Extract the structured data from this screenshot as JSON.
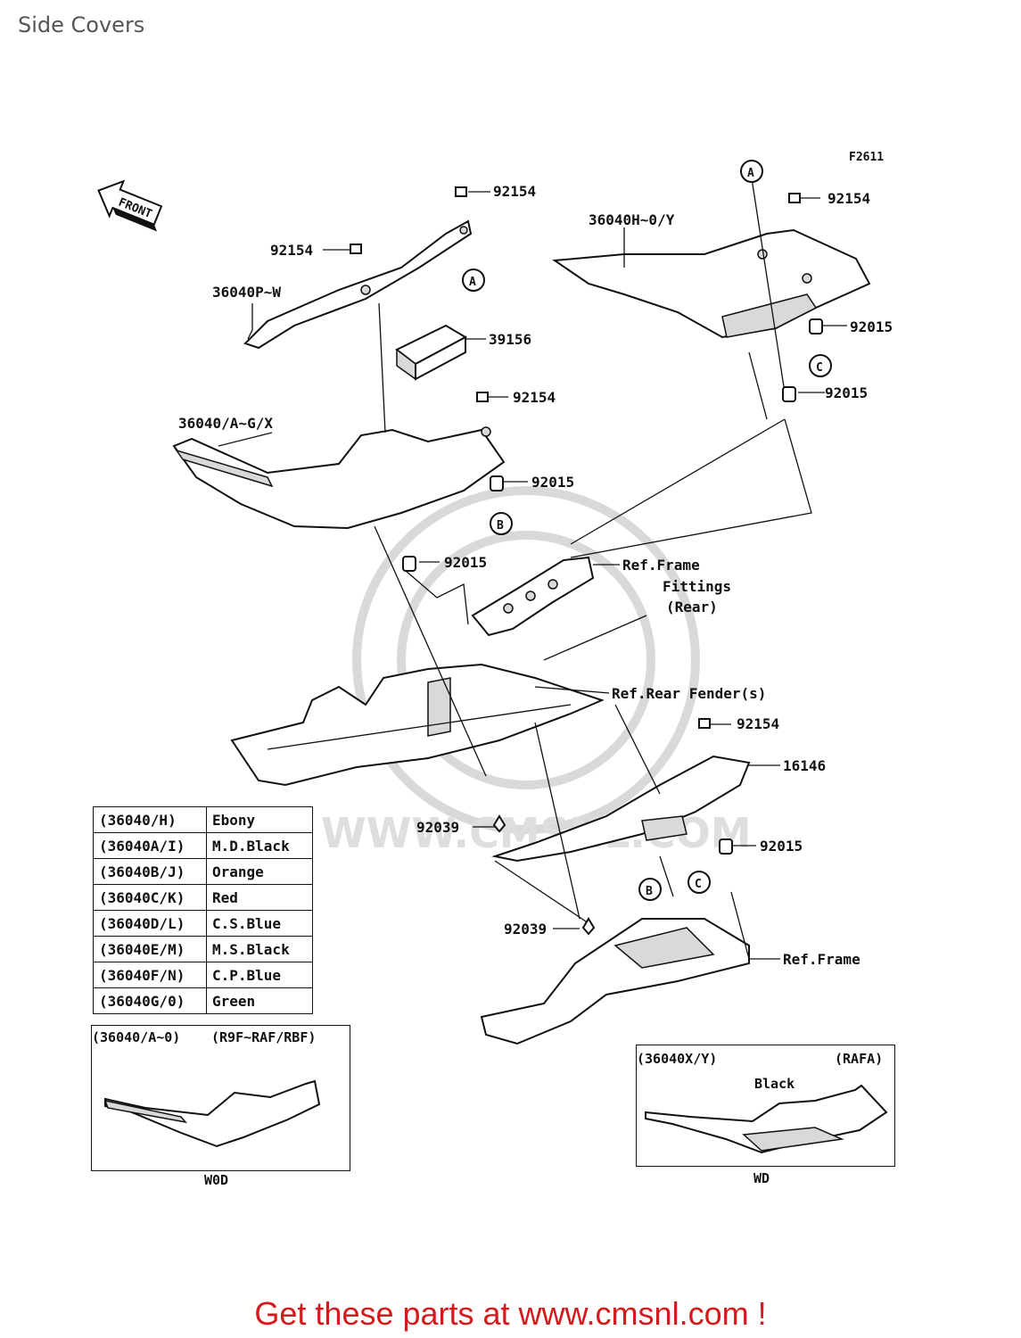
{
  "page": {
    "title": "Side Covers",
    "figure_code": "F2611",
    "front_label": "FRONT",
    "cta": "Get these parts at www.cmsnl.com !"
  },
  "part_labels": {
    "bolt_92154": "92154",
    "cover_36040pw": "36040P~W",
    "cover_36040hoy": "36040H~0/Y",
    "pad_39156": "39156",
    "cover_36040agx": "36040/A~G/X",
    "collar_92015": "92015",
    "clip_92039": "92039",
    "cover_16146": "16146",
    "ref_frame_fittings_1": "Ref.Frame",
    "ref_frame_fittings_2": "Fittings",
    "ref_frame_fittings_3": "(Rear)",
    "ref_rear_fender": "Ref.Rear Fender(s)",
    "ref_frame": "Ref.Frame",
    "marker_a": "A",
    "marker_b": "B",
    "marker_c": "C",
    "watermark": "WWW.CMSNL.COM"
  },
  "color_table": [
    {
      "code": "(36040/H)",
      "color": "Ebony"
    },
    {
      "code": "(36040A/I)",
      "color": "M.D.Black"
    },
    {
      "code": "(36040B/J)",
      "color": "Orange"
    },
    {
      "code": "(36040C/K)",
      "color": "Red"
    },
    {
      "code": "(36040D/L)",
      "color": "C.S.Blue"
    },
    {
      "code": "(36040E/M)",
      "color": "M.S.Black"
    },
    {
      "code": "(36040F/N)",
      "color": "C.P.Blue"
    },
    {
      "code": "(36040G/0)",
      "color": "Green"
    }
  ],
  "insets": {
    "left": {
      "head_code": "(36040/A~0)",
      "head_models": "(R9F~RAF/RBF)",
      "foot": "W0D"
    },
    "right": {
      "head_code": "(36040X/Y)",
      "head_models": "(RAFA)",
      "note": "Black",
      "foot": "WD"
    }
  }
}
